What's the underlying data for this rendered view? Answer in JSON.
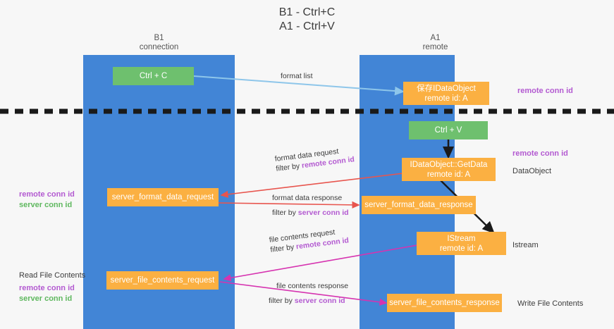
{
  "title": {
    "line1": "B1 - Ctrl+C",
    "line2": "A1 - Ctrl+V"
  },
  "lanes": [
    {
      "id": "b1",
      "name": "B1",
      "role": "connection"
    },
    {
      "id": "a1",
      "name": "A1",
      "role": "remote"
    }
  ],
  "nodes": {
    "ctrl_c": {
      "label": "Ctrl + C",
      "color": "#6ec06e"
    },
    "save_idataobject": {
      "label": "保存IDataObject",
      "sub": "remote id: A",
      "color": "#fbb042"
    },
    "ctrl_v": {
      "label": "Ctrl + V",
      "color": "#6ec06e"
    },
    "getdata": {
      "label": "IDataObject::GetData",
      "sub": "remote id: A",
      "color": "#fbb042"
    },
    "server_format_data_request": {
      "label": "server_format_data_request",
      "color": "#fbb042"
    },
    "server_format_data_response": {
      "label": "server_format_data_response",
      "color": "#fbb042"
    },
    "istream": {
      "label": "IStream",
      "sub": "remote id: A",
      "color": "#fbb042"
    },
    "server_file_contents_request": {
      "label": "server_file_contents_request",
      "color": "#fbb042"
    },
    "server_file_contents_response": {
      "label": "server_file_contents_response",
      "color": "#fbb042"
    }
  },
  "edges": {
    "format_list": {
      "label": "format list",
      "color": "#8ec6ea"
    },
    "format_data_request": {
      "label": "format data request",
      "filter_prefix": "filter by ",
      "filter_key": "remote conn id",
      "color": "#e8554e"
    },
    "format_data_response": {
      "label": "format data response",
      "filter_prefix": "filter by ",
      "filter_key": "server conn id",
      "color": "#e8554e"
    },
    "file_contents_request": {
      "label": "file contents request",
      "filter_prefix": "filter by ",
      "filter_key": "remote conn id",
      "color": "#d633b0"
    },
    "file_contents_response": {
      "label": "file contents response",
      "filter_prefix": "filter by ",
      "filter_key": "server conn id",
      "color": "#d633b0"
    }
  },
  "annotations": {
    "right_top_remote_conn_id": "remote conn id",
    "right_mid_remote_conn_id": "remote conn id",
    "right_dataobject": "DataObject",
    "right_istream": "Istream",
    "right_write_file_contents": "Write File Contents",
    "left_remote_conn_id_1": "remote conn id",
    "left_server_conn_id_1": "server conn id",
    "left_read_file_contents": "Read File Contents",
    "left_remote_conn_id_2": "remote conn id",
    "left_server_conn_id_2": "server conn id"
  },
  "colors": {
    "lane": "#4285d6",
    "green": "#6ec06e",
    "orange": "#fbb042",
    "purple": "#b35ad1",
    "green_text": "#5fb85f",
    "red_arrow": "#e8554e",
    "magenta_arrow": "#d633b0",
    "blue_arrow": "#8ec6ea",
    "background": "#f7f7f7",
    "divider": "#1a1a1a"
  }
}
